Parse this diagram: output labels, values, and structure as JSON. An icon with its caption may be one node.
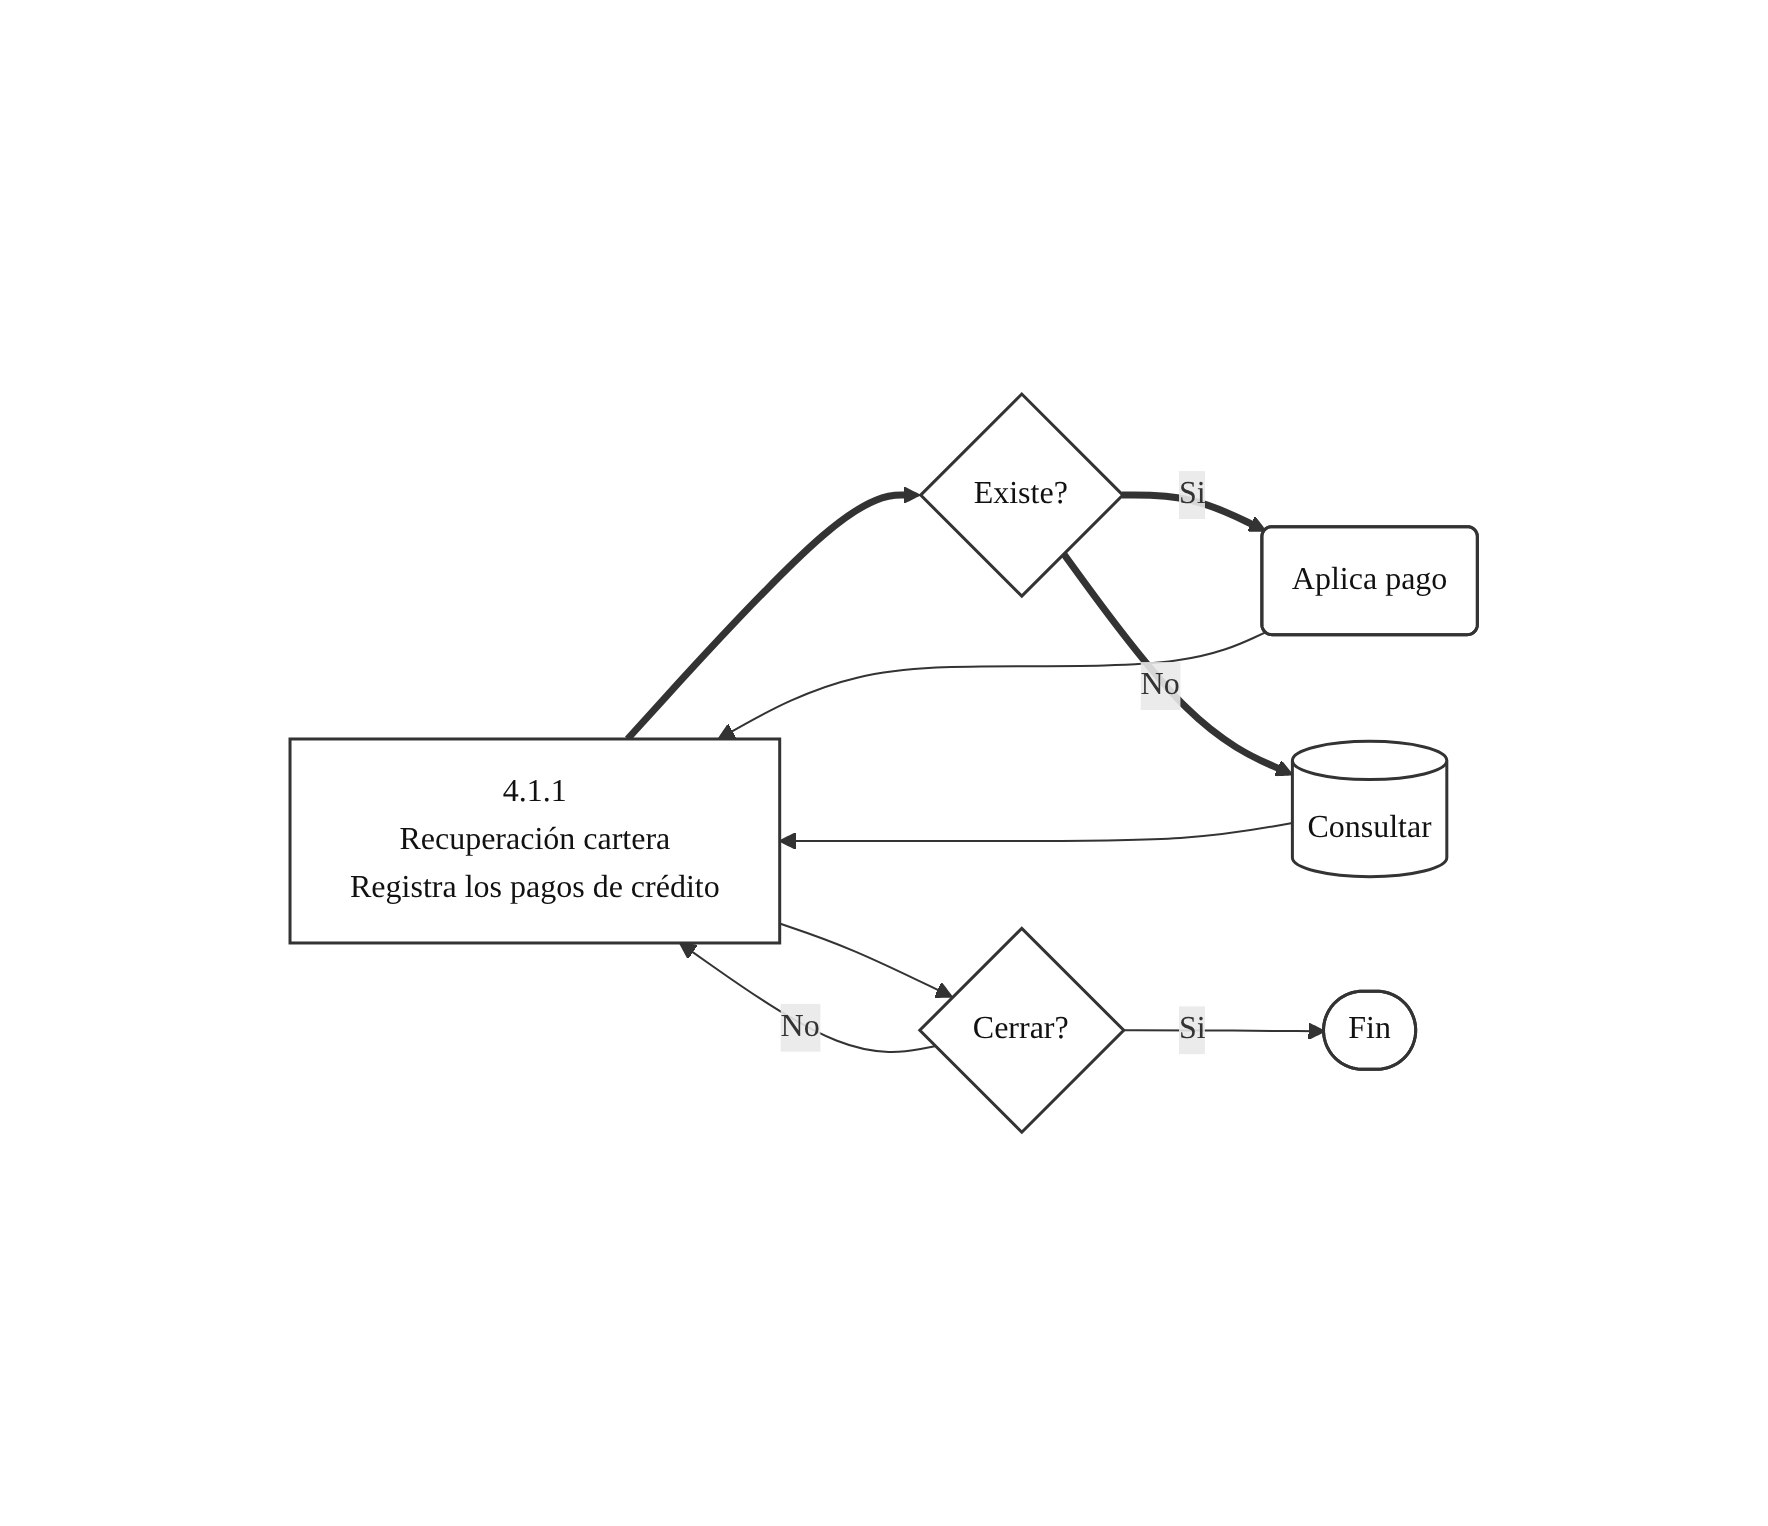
{
  "diagram": {
    "nodes": [
      {
        "text": [
          "4.1.1",
          "Recuperación cartera",
          "Registra los pagos de crédito"
        ]
      },
      {
        "text": [
          "Existe?"
        ]
      },
      {
        "text": [
          "Aplica pago"
        ]
      },
      {
        "text": [
          "Consultar"
        ]
      },
      {
        "text": [
          "Cerrar?"
        ]
      },
      {
        "text": [
          "Fin"
        ]
      }
    ],
    "edges": [
      {
        "from": 0,
        "to": 1,
        "arrow": "to",
        "style": "thick"
      },
      {
        "from": 1,
        "to": 2,
        "arrow": "to",
        "label": "Si",
        "style": "thick"
      },
      {
        "from": 1,
        "to": 3,
        "arrow": "to",
        "label": "No",
        "style": "thick"
      },
      {
        "from": 3,
        "to": 0,
        "arrow": "to"
      },
      {
        "from": 0,
        "to": 4,
        "arrow": "to"
      },
      {
        "from": 2,
        "to": 0,
        "arrow": "to"
      },
      {
        "from": 4,
        "to": 0,
        "arrow": "to",
        "label": "No"
      },
      {
        "from": 4,
        "to": 5,
        "arrow": "to",
        "label": "Si"
      }
    ]
  }
}
